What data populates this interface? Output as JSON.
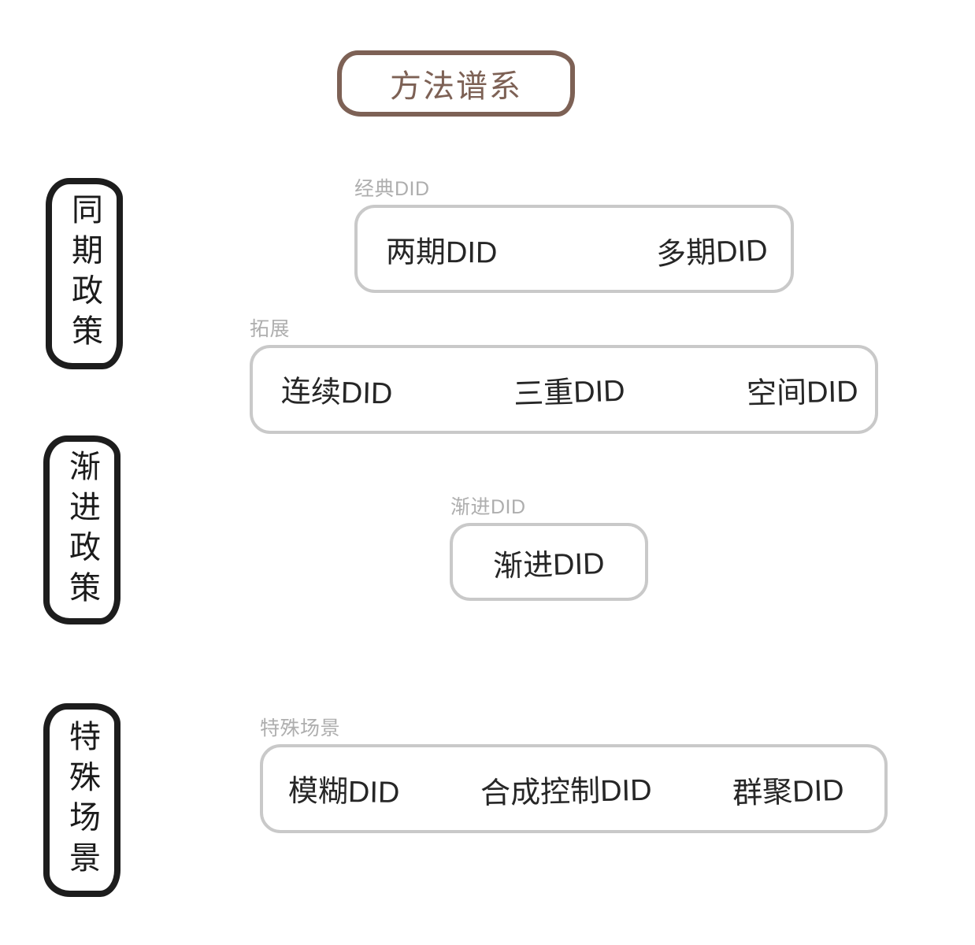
{
  "title": {
    "label": "方法谱系"
  },
  "colors": {
    "accent_brown": "#7d6155",
    "ink_black": "#1d1d1d",
    "box_gray": "#c9c9c9",
    "label_gray": "#aeaeae",
    "text_dark": "#262626"
  },
  "categories": [
    {
      "label": "同期政策"
    },
    {
      "label": "渐进政策"
    },
    {
      "label": "特殊场景"
    }
  ],
  "groups": [
    {
      "label": "经典DID",
      "items": [
        "两期DID",
        "多期DID"
      ]
    },
    {
      "label": "拓展",
      "items": [
        "连续DID",
        "三重DID",
        "空间DID"
      ]
    },
    {
      "label": "渐进DID",
      "items": [
        "渐进DID"
      ]
    },
    {
      "label": "特殊场景",
      "items": [
        "模糊DID",
        "合成控制DID",
        "群聚DID"
      ]
    }
  ]
}
